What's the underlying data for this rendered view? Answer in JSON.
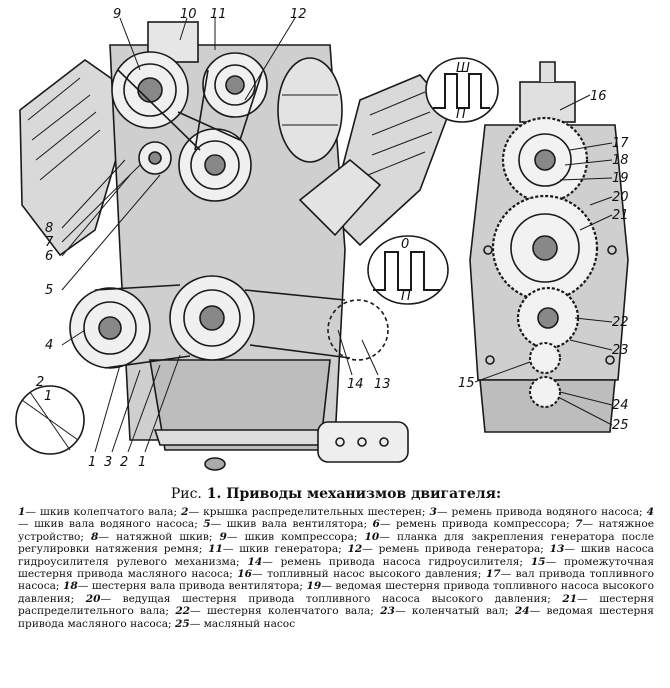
{
  "figure": {
    "callouts": [
      "1",
      "2",
      "3",
      "4",
      "5",
      "6",
      "7",
      "8",
      "9",
      "10",
      "11",
      "12",
      "13",
      "14",
      "15",
      "16",
      "17",
      "18",
      "19",
      "20",
      "21",
      "22",
      "23",
      "24",
      "25"
    ],
    "inset_marks": {
      "upper_top": "Ш",
      "upper_bottom": "П",
      "lower_top": "0",
      "lower_bottom": "П",
      "callout_2": "2",
      "callout_1": "1"
    }
  },
  "caption": {
    "prefix": "Рис.",
    "title": "1. Приводы механизмов двигателя:"
  },
  "legend": [
    {
      "num": "1",
      "text": "шкив колепчатого вала;"
    },
    {
      "num": "2",
      "text": "крышка распределительных шестерен;"
    },
    {
      "num": "3",
      "text": "ремень привода водяного насоса;"
    },
    {
      "num": "4",
      "text": "шкив вала водяного насоса;"
    },
    {
      "num": "5",
      "text": "шкив вала вентилятора;"
    },
    {
      "num": "6",
      "text": "ремень привода компрессора;"
    },
    {
      "num": "7",
      "text": "натяжное устройство;"
    },
    {
      "num": "8",
      "text": "натяжной шкив;"
    },
    {
      "num": "9",
      "text": "шкив компрессора;"
    },
    {
      "num": "10",
      "text": "планка для закрепления генератора после регулировки натяжения ремня;"
    },
    {
      "num": "11",
      "text": "шкив генератора;"
    },
    {
      "num": "12",
      "text": "ремень привода генератора;"
    },
    {
      "num": "13",
      "text": "шкив насоса гидроусилителя рулевого механизма;"
    },
    {
      "num": "14",
      "text": "ремень привода насоса гидроусилителя;"
    },
    {
      "num": "15",
      "text": "промежуточная шестерня привода масляного насоса;"
    },
    {
      "num": "16",
      "text": "топливный насос высокого давления;"
    },
    {
      "num": "17",
      "text": "вал привода топливного насоса;"
    },
    {
      "num": "18",
      "text": "шестерня вала привода вентилятора;"
    },
    {
      "num": "19",
      "text": "ведомая шестерня привода топливного насоса высокого давления;"
    },
    {
      "num": "20",
      "text": "ведущая шестерня привода топливного насоса высокого давления;"
    },
    {
      "num": "21",
      "text": "шестерня распределительного вала;"
    },
    {
      "num": "22",
      "text": "шестерня коленчатого вала;"
    },
    {
      "num": "23",
      "text": "коленчатый вал;"
    },
    {
      "num": "24",
      "text": "ведомая шестерня привода масляного насоса;"
    },
    {
      "num": "25",
      "text": "масляный насос"
    }
  ]
}
